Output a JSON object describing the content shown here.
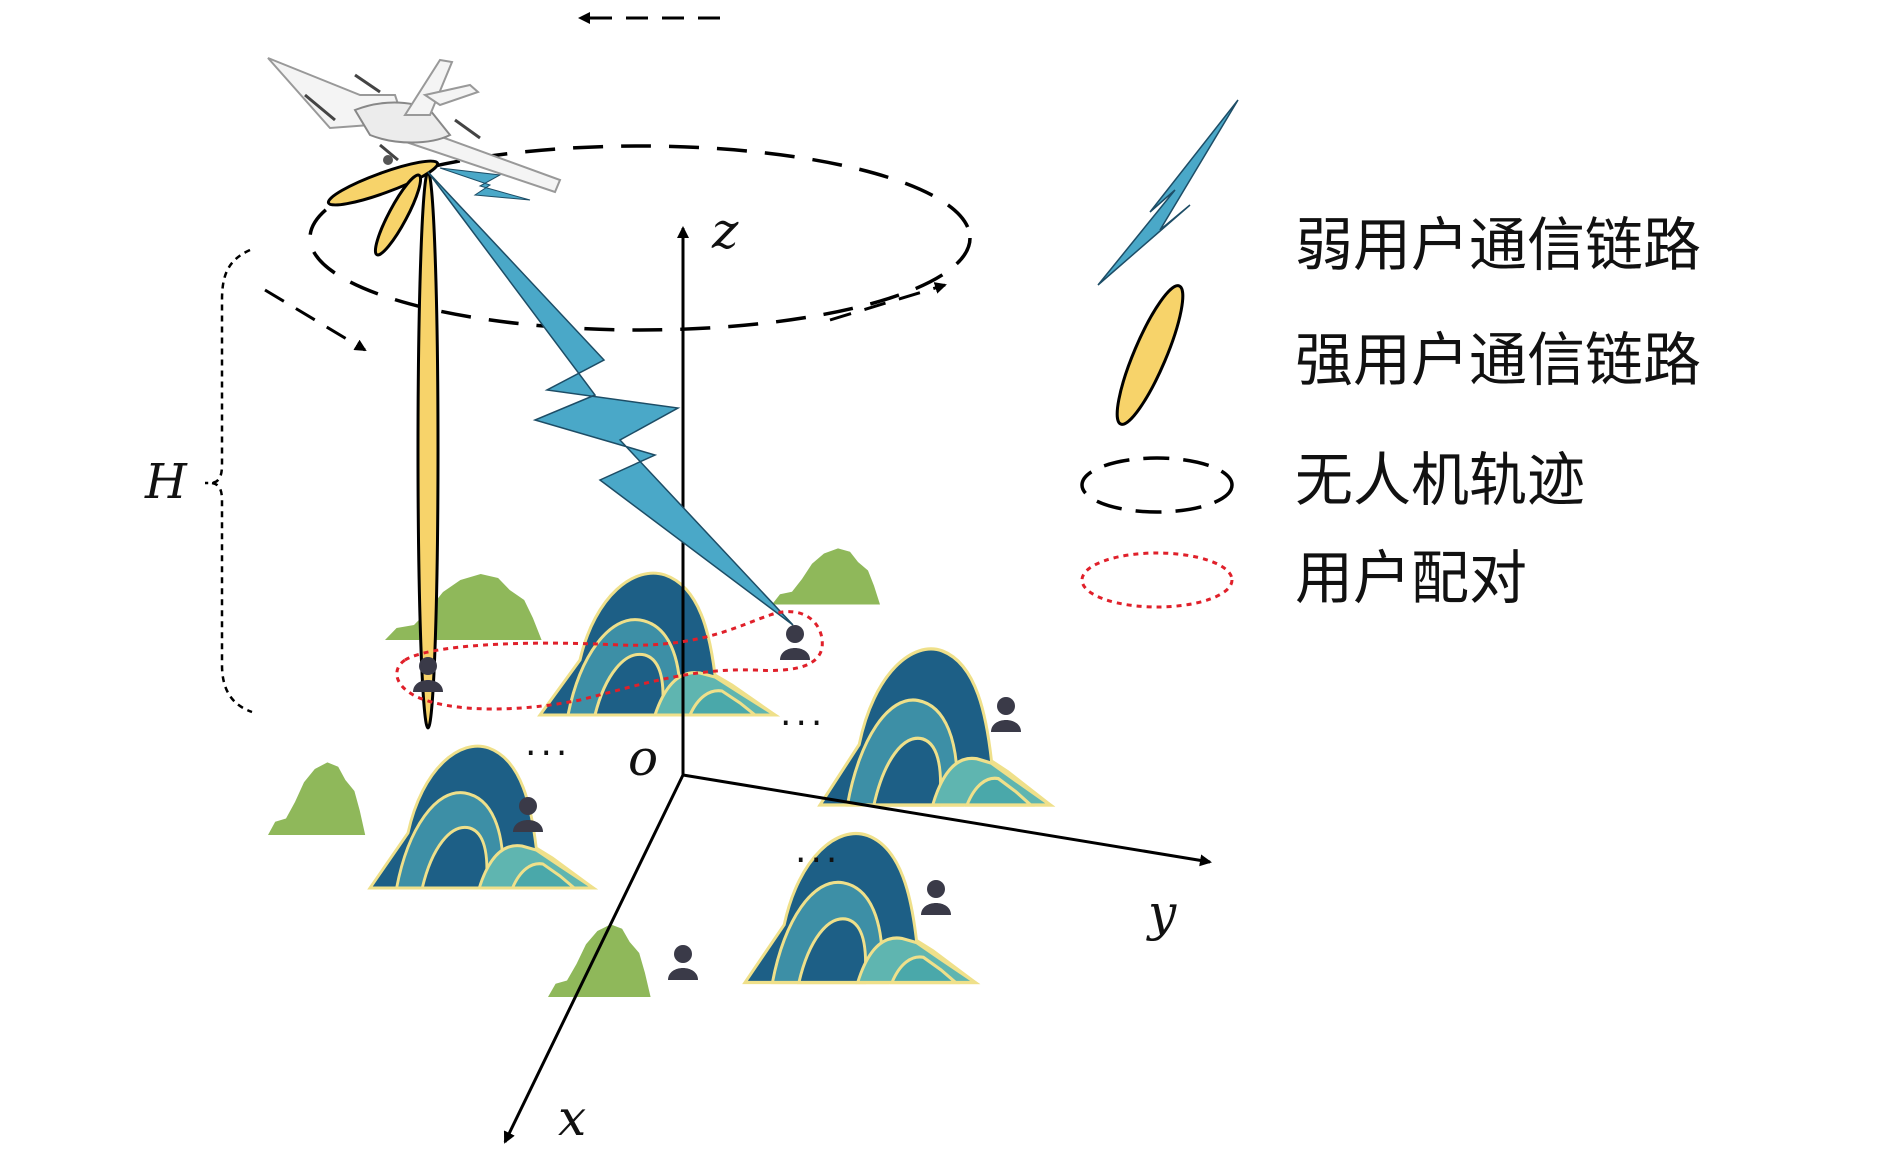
{
  "axes": {
    "x": "x",
    "y": "y",
    "z": "z",
    "origin": "o"
  },
  "height_label": "H",
  "ellipsis": "···",
  "legend": {
    "weak_link": "弱用户通信链路",
    "strong_link": "强用户通信链路",
    "uav_trajectory": "无人机轨迹",
    "user_pairing": "用户配对"
  },
  "colors": {
    "weak_link": "#4aa8c8",
    "strong_link": "#f7d36a",
    "pairing": "#e0202a",
    "mountain_dark": "#1d5f86",
    "mountain_light": "#5fb5b0",
    "mountain_outline": "#efe08a",
    "bush": "#8fb85a",
    "user": "#3a3a48"
  }
}
